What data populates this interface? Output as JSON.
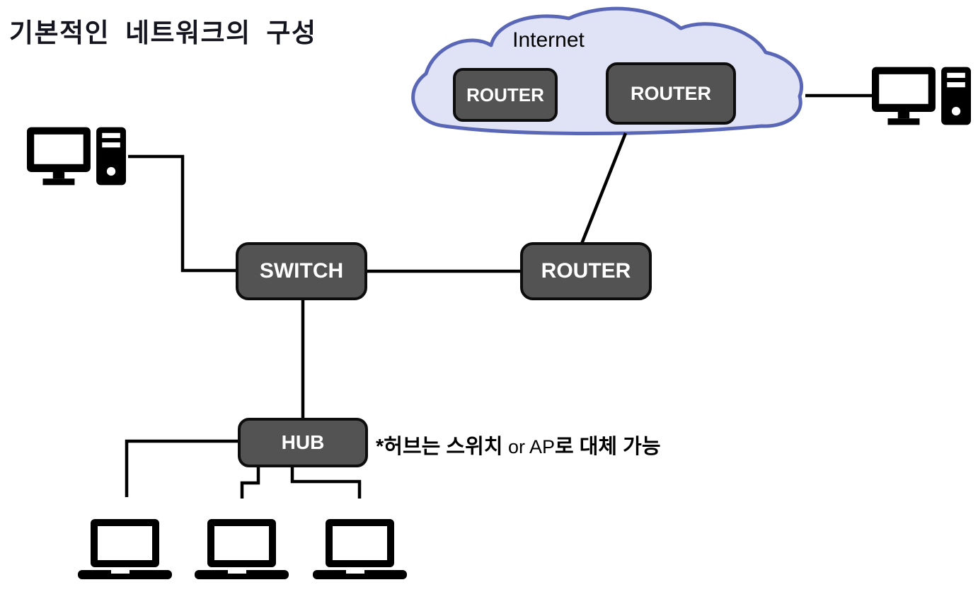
{
  "title": "기본적인 네트워크의 구성",
  "cloud": {
    "label": "Internet",
    "fill": "#dfe3f5",
    "border": "#5a67b7"
  },
  "nodes": {
    "cloud_router_left": {
      "label": "ROUTER"
    },
    "cloud_router_right": {
      "label": "ROUTER"
    },
    "switch": {
      "label": "SWITCH"
    },
    "router": {
      "label": "ROUTER"
    },
    "hub": {
      "label": "HUB"
    }
  },
  "annotation": {
    "full_text": "*허브는 스위치 or AP로 대체 가능",
    "parts": [
      {
        "text": "*허브는 스위치",
        "bold": true
      },
      {
        "text": " or AP",
        "bold": false
      },
      {
        "text": "로 대체 가능",
        "bold": true
      }
    ]
  },
  "devices": {
    "desktop_left_icon": "desktop-computer-icon",
    "desktop_right_icon": "desktop-computer-icon",
    "laptop_icons": [
      "laptop-icon",
      "laptop-icon",
      "laptop-icon"
    ]
  },
  "colors": {
    "node_fill": "#535353",
    "node_border": "#0d0d0d",
    "node_text": "#ffffff",
    "line": "#000000",
    "title_text": "#15151f",
    "cloud_fill": "#dfe3f5",
    "cloud_border": "#5a67b7",
    "device_icon": "#000000"
  }
}
